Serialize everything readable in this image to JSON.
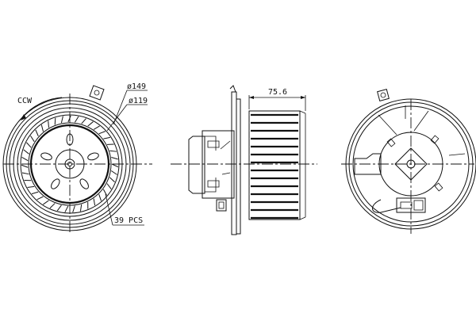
{
  "drawing": {
    "front_view": {
      "rotation_label": "CCW",
      "dim_outer": "ø149",
      "dim_inner": "ø119",
      "blade_count": "39 PCS"
    },
    "side_view": {
      "dim_width": "75.6"
    },
    "rear_view": {}
  }
}
